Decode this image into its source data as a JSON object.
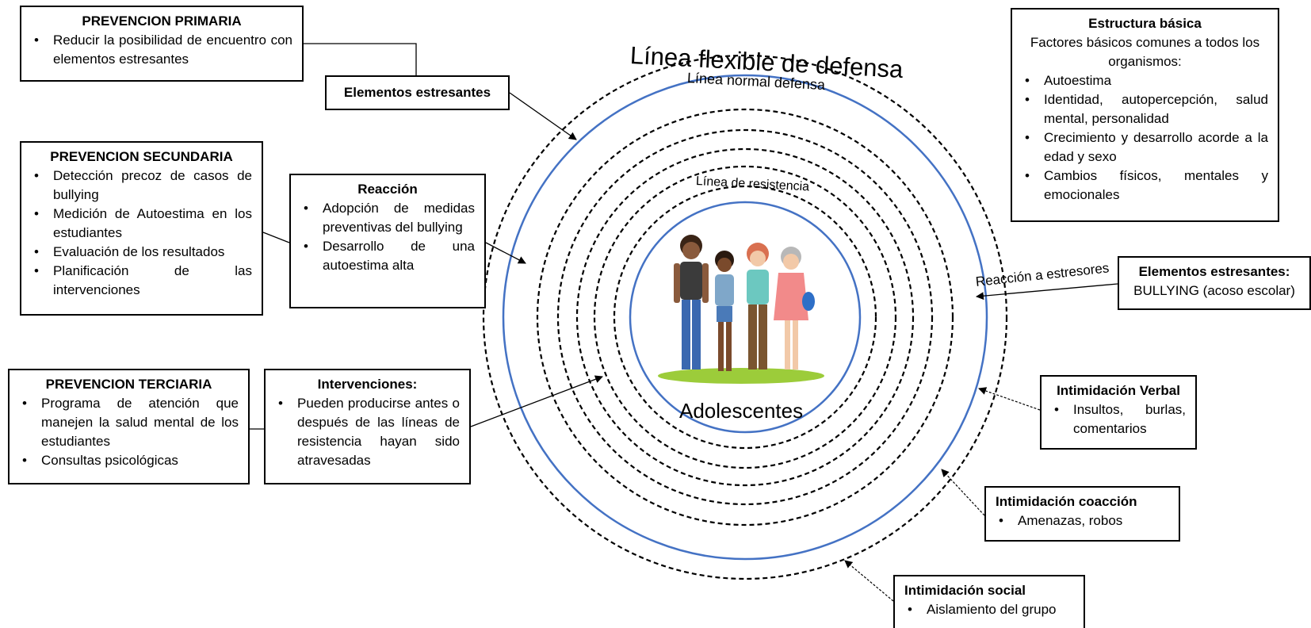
{
  "diagram": {
    "line_flexible": "Línea flexible de defensa",
    "line_normal": "Línea normal defensa",
    "line_resistance": "Línea de resistencia",
    "center_label": "Adolescentes",
    "reaction_to_stressors": "Reacción a estresores"
  },
  "boxes": {
    "primaria": {
      "title": "PREVENCION PRIMARIA",
      "items": [
        "Reducir la posibilidad de encuentro con elementos estresantes"
      ]
    },
    "elementos": {
      "title": "Elementos estresantes"
    },
    "secundaria": {
      "title": "PREVENCION SECUNDARIA",
      "items": [
        "Detección precoz de casos de bullying",
        "Medición de Autoestima en los estudiantes",
        "Evaluación de los resultados",
        "Planificación de las intervenciones"
      ]
    },
    "reaccion": {
      "title": "Reacción",
      "items": [
        "Adopción de medidas preventivas del bullying",
        "Desarrollo de una autoestima alta"
      ]
    },
    "terciaria": {
      "title": "PREVENCION TERCIARIA",
      "items": [
        "Programa de atención que manejen la salud mental de los estudiantes",
        "Consultas psicológicas"
      ]
    },
    "intervenciones": {
      "title": "Intervenciones:",
      "items": [
        "Pueden producirse antes o después de las líneas de resistencia hayan sido atravesadas"
      ]
    },
    "estructura": {
      "title": "Estructura básica",
      "subtitle": "Factores básicos comunes a todos los organismos:",
      "items": [
        "Autoestima",
        "Identidad, autopercepción, salud mental, personalidad",
        "Crecimiento y desarrollo acorde a la edad y sexo",
        "Cambios físicos, mentales y emocionales"
      ]
    },
    "bullying": {
      "title": "Elementos estresantes:",
      "subtitle": "BULLYING (acoso escolar)"
    },
    "verbal": {
      "title": "Intimidación Verbal",
      "items": [
        "Insultos, burlas, comentarios"
      ]
    },
    "coaccion": {
      "title": "Intimidación coacción",
      "items": [
        "Amenazas, robos"
      ]
    },
    "social": {
      "title": "Intimidación social",
      "items": [
        "Aislamiento del grupo"
      ]
    }
  },
  "colors": {
    "normal_line": "#4472C4",
    "dashed": "#000000"
  }
}
